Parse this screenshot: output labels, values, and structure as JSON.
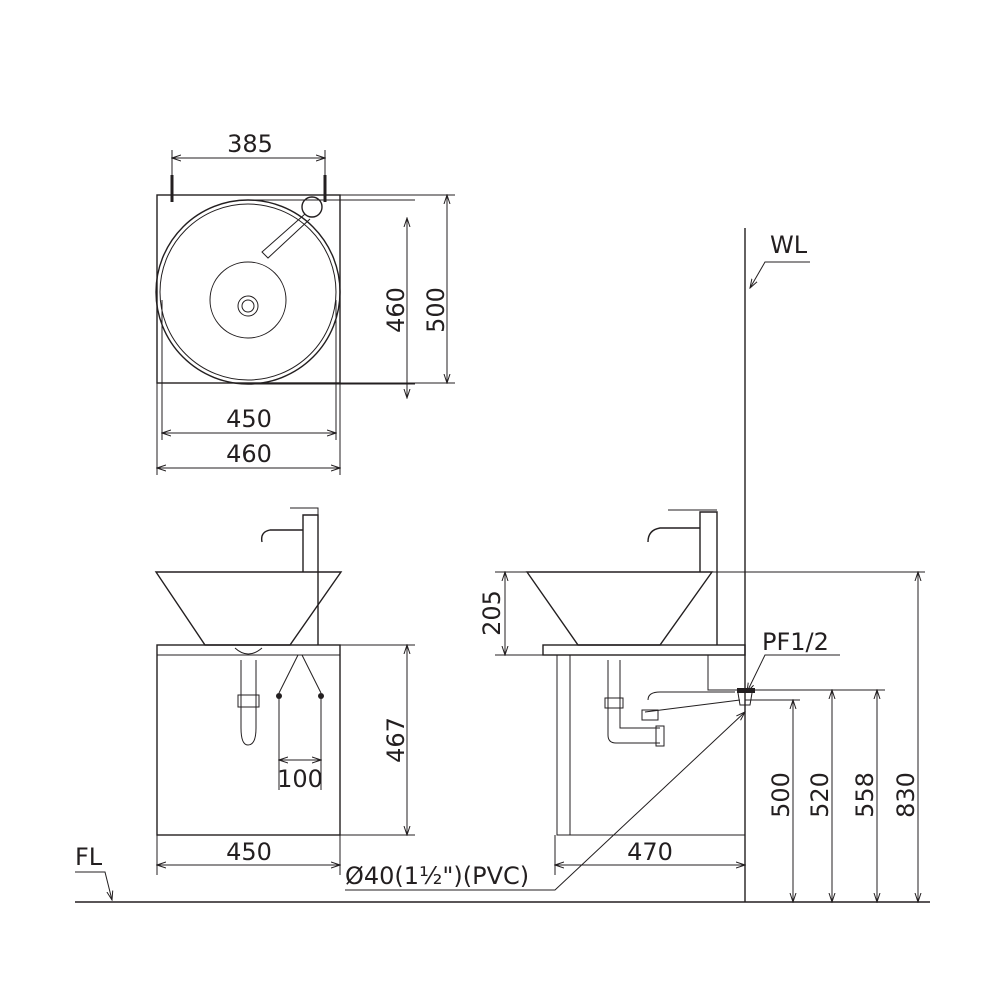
{
  "top_view": {
    "width_faucet_holes": "385",
    "depth_basin": "460",
    "depth_counter": "500",
    "width_basin": "450",
    "width_counter": "460"
  },
  "front_view": {
    "cabinet_height": "467",
    "supply_spacing": "100",
    "cabinet_width": "450"
  },
  "side_view": {
    "basin_height": "205",
    "supply_label": "PF1/2",
    "drain_label": "Ø40(1½\")(PVC)",
    "depth": "470",
    "h_500": "500",
    "h_520": "520",
    "h_558": "558",
    "h_830": "830"
  },
  "labels": {
    "wall_line": "WL",
    "floor_line": "FL"
  },
  "colors": {
    "line": "#231f20",
    "background": "#ffffff"
  }
}
